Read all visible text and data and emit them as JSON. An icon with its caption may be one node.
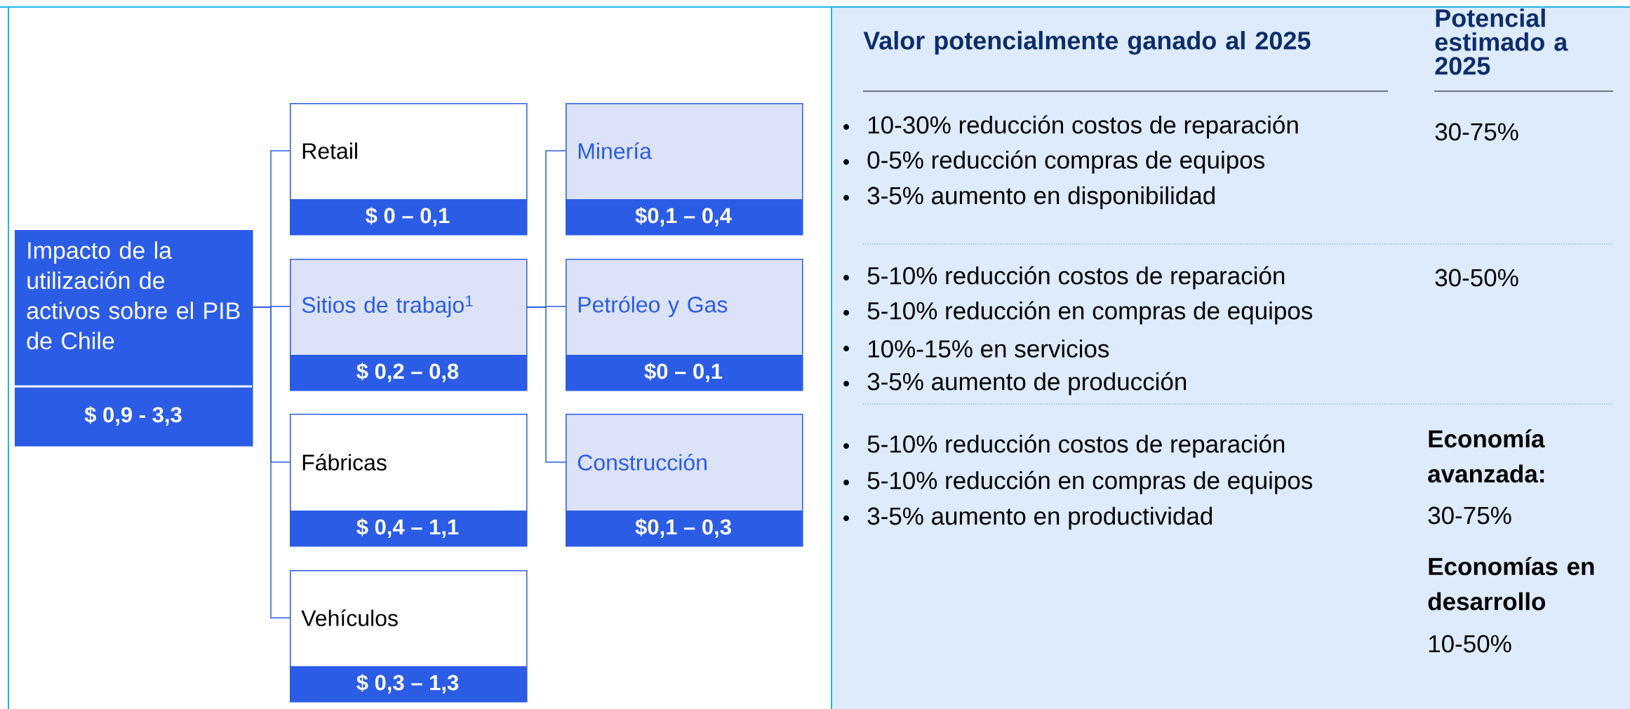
{
  "diagram": {
    "nodes": [
      {
        "text": [
          "Impacto de la utilización de activos sobre el PIB de Chile",
          "$ 0,9 - 3,3"
        ]
      },
      {
        "text": [
          "Retail",
          "$ 0 – 0,1"
        ]
      },
      {
        "text": [
          "Sitios de trabajo$^{1}$",
          "$ 0,2 – 0,8"
        ]
      },
      {
        "text": [
          "Fábricas",
          "$ 0,4 – 1,1"
        ]
      },
      {
        "text": [
          "Vehículos",
          "$ 0,3 – 1,3"
        ]
      },
      {
        "text": [
          "Minería",
          "$0,1 – 0,4"
        ]
      },
      {
        "text": [
          "Petróleo y Gas",
          "$0 – 0,1"
        ]
      },
      {
        "text": [
          "Construcción",
          "$0,1 – 0,3"
        ]
      }
    ],
    "edges": [
      {
        "from": 0,
        "to": 1,
        "arrow": "none"
      },
      {
        "from": 0,
        "to": 2,
        "arrow": "none"
      },
      {
        "from": 0,
        "to": 3,
        "arrow": "none"
      },
      {
        "from": 0,
        "to": 4,
        "arrow": "none"
      },
      {
        "from": 2,
        "to": 5,
        "arrow": "none"
      },
      {
        "from": 2,
        "to": 6,
        "arrow": "none"
      },
      {
        "from": 2,
        "to": 7,
        "arrow": "none"
      }
    ],
    "labels": [
      "Valor potencialmente ganado al 2025",
      "Potencial estimado a 2025",
      "10-30% reducción costos de reparación",
      "30-75%",
      "0-5% reducción compras de equipos",
      "3-5% aumento en disponibilidad",
      "5-10% reducción costos de reparación",
      "30-50%",
      "5-10% reducción en compras de equipos",
      "10%-15% en servicios",
      "3-5% aumento de producción",
      "5-10% reducción costos de reparación",
      "Economía avanzada:",
      "5-10% reducción en compras de equipos",
      "3-5% aumento en productividad",
      "30-75%",
      "Economías en desarrollo",
      "10-50%"
    ]
  }
}
